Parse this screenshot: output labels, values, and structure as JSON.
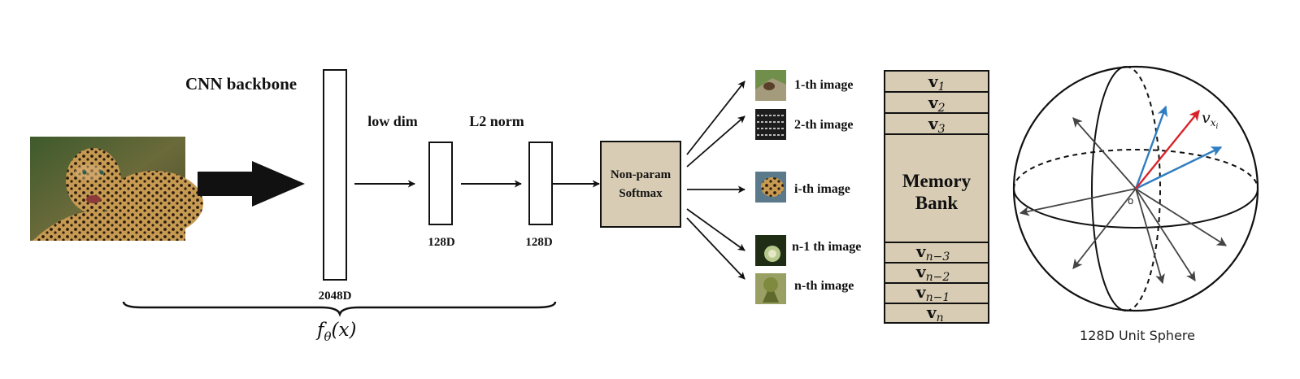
{
  "labels": {
    "cnn_backbone": "CNN backbone",
    "low_dim": "low dim",
    "l2_norm": "L2 norm",
    "dim_2048": "2048D",
    "dim_128_a": "128D",
    "dim_128_b": "128D",
    "f_theta": "f",
    "f_theta_sub": "θ",
    "f_theta_arg": "(x)",
    "softmax_line1": "Non-param",
    "softmax_line2": "Softmax",
    "memory_line1": "Memory",
    "memory_line2": "Bank",
    "sphere_caption": "128D Unit Sphere",
    "origin": "o",
    "v_xi": "v",
    "v_xi_sub": "x",
    "v_xi_subsub": "i"
  },
  "images": [
    {
      "label": "1-th image"
    },
    {
      "label": "2-th image"
    },
    {
      "label": "i-th image"
    },
    {
      "label": "n-1 th image"
    },
    {
      "label": "n-th image"
    }
  ],
  "memory_slots_top": [
    {
      "base": "v",
      "sub": "1"
    },
    {
      "base": "v",
      "sub": "2"
    },
    {
      "base": "v",
      "sub": "3"
    }
  ],
  "memory_slots_bottom": [
    {
      "base": "v",
      "sub": "n−3"
    },
    {
      "base": "v",
      "sub": "n−2"
    },
    {
      "base": "v",
      "sub": "n−1"
    },
    {
      "base": "v",
      "sub": "n"
    }
  ],
  "colors": {
    "box_fill": "#d8ccb4",
    "blue_vector": "#2f7ec1",
    "red_vector": "#d8232a",
    "gray_vector": "#444444"
  }
}
